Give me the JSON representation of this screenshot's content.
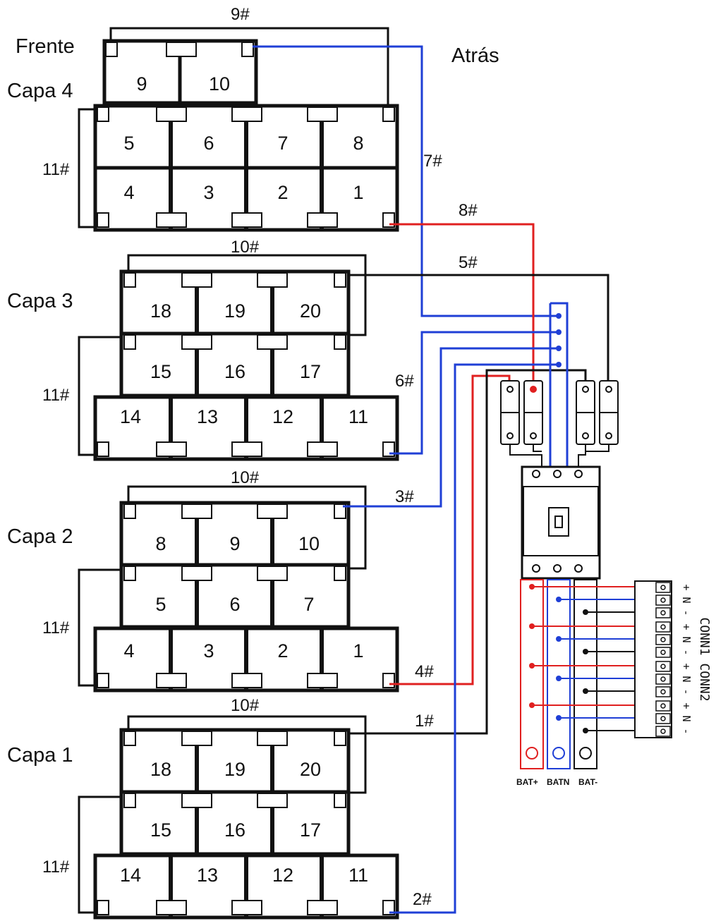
{
  "labels": {
    "front": "Frente",
    "back": "Atrás",
    "layer4": "Capa 4",
    "layer3": "Capa 3",
    "layer2": "Capa 2",
    "layer1": "Capa 1",
    "conn": "CONN1 CONN2",
    "bat_plus": "BAT+",
    "bat_n": "BATN",
    "bat_minus": "BAT-"
  },
  "wires": {
    "w9": "9#",
    "w7": "7#",
    "w8": "8#",
    "w5": "5#",
    "w6": "6#",
    "w3": "3#",
    "w4": "4#",
    "w1": "1#",
    "w2": "2#",
    "w10_l3": "10#",
    "w10_l2": "10#",
    "w10_l1": "10#",
    "w11_l4": "11#",
    "w11_l3": "11#",
    "w11_l2": "11#",
    "w11_l1": "11#"
  },
  "layer4": {
    "top": [
      "9",
      "10"
    ],
    "mid": [
      "5",
      "6",
      "7",
      "8"
    ],
    "bot": [
      "4",
      "3",
      "2",
      "1"
    ]
  },
  "layer3": {
    "top": [
      "18",
      "19",
      "20"
    ],
    "mid": [
      "15",
      "16",
      "17"
    ],
    "bot": [
      "14",
      "13",
      "12",
      "11"
    ]
  },
  "layer2": {
    "top": [
      "8",
      "9",
      "10"
    ],
    "mid": [
      "5",
      "6",
      "7"
    ],
    "bot": [
      "4",
      "3",
      "2",
      "1"
    ]
  },
  "layer1": {
    "top": [
      "18",
      "19",
      "20"
    ],
    "mid": [
      "15",
      "16",
      "17"
    ],
    "bot": [
      "14",
      "13",
      "12",
      "11"
    ]
  },
  "conn_pins": [
    "+",
    "N",
    "-",
    "+",
    "N",
    "-",
    "+",
    "N",
    "-",
    "+",
    "N",
    "-"
  ],
  "colors": {
    "positive": "#e02020",
    "neutral": "#1f3fd6",
    "negative": "#111111"
  }
}
